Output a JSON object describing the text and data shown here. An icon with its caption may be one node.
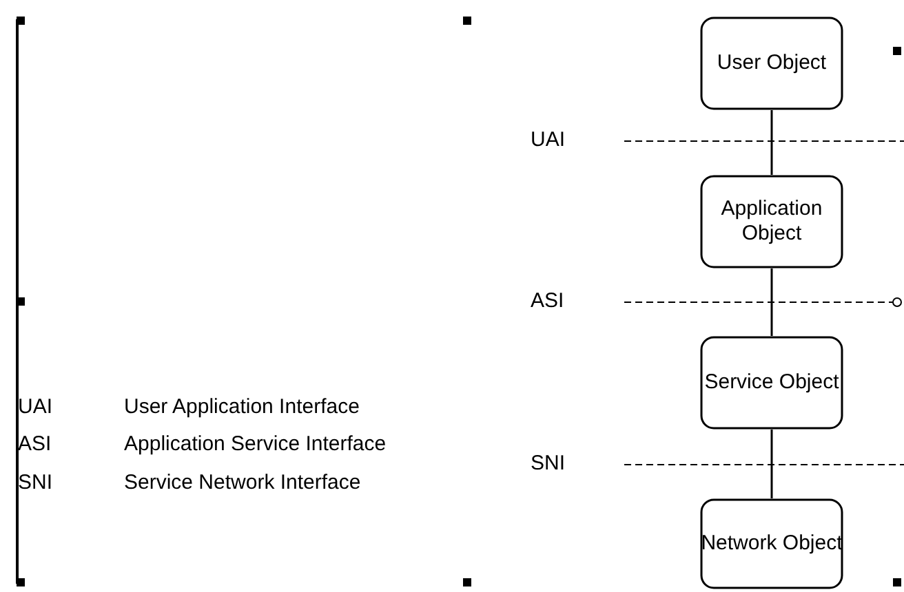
{
  "diagram": {
    "nodes": [
      {
        "text": [
          "User Object"
        ]
      },
      {
        "text": [
          "Application Object"
        ]
      },
      {
        "text": [
          "Service Object"
        ]
      },
      {
        "text": [
          "Network Object"
        ]
      }
    ],
    "edges": [
      {
        "from": 0,
        "to": 1,
        "arrow": "none"
      },
      {
        "from": 1,
        "to": 2,
        "arrow": "none"
      },
      {
        "from": 2,
        "to": 3,
        "arrow": "none"
      }
    ],
    "labels": [
      "UAI",
      "ASI",
      "UAI",
      "User Application Interface",
      "ASI",
      "Application Service Interface",
      "SNI",
      "SNI",
      "Service Network Interface"
    ]
  }
}
